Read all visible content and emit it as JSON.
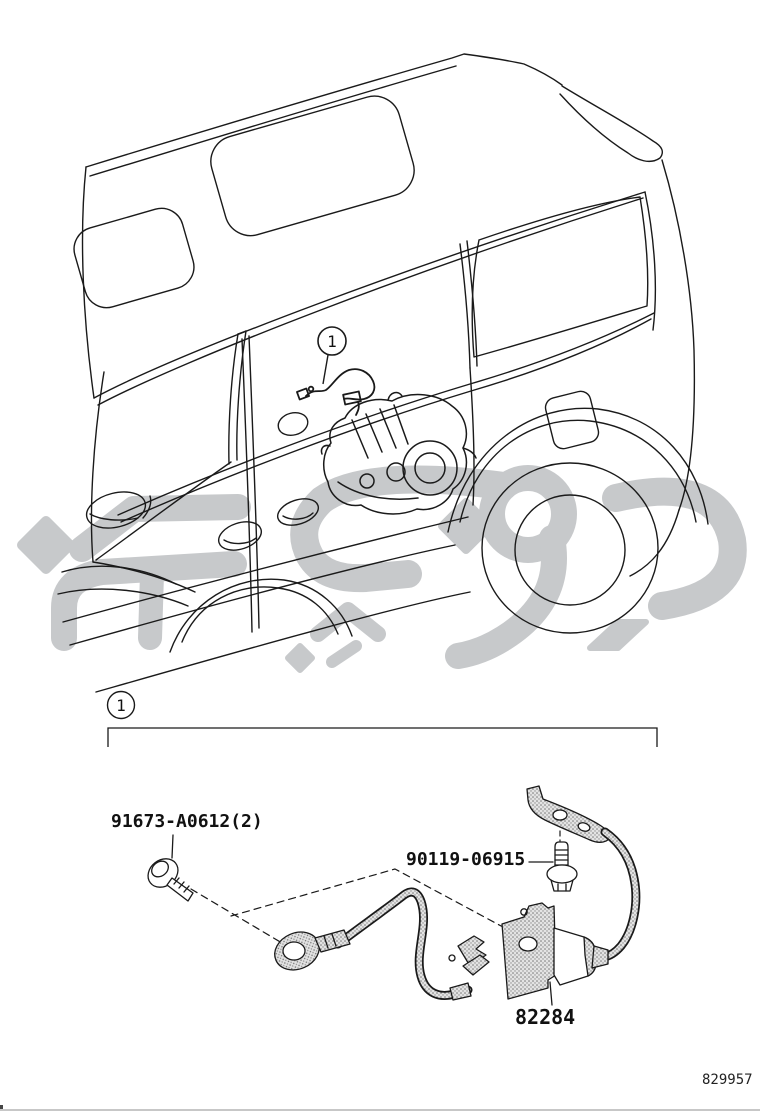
{
  "diagram": {
    "callout_number": "1",
    "parts": [
      {
        "id": "bolt",
        "part_number": "91673-A0612(2)"
      },
      {
        "id": "screw",
        "part_number": "90119-06915"
      },
      {
        "id": "amplifier-bracket-unit",
        "part_number": "82284"
      }
    ],
    "figure_number": "829957"
  },
  "colors": {
    "background": "#ffffff",
    "line": "#1a1a1a",
    "watermark": "#c7c9cb",
    "stipple_base": "#e3e3e3"
  }
}
